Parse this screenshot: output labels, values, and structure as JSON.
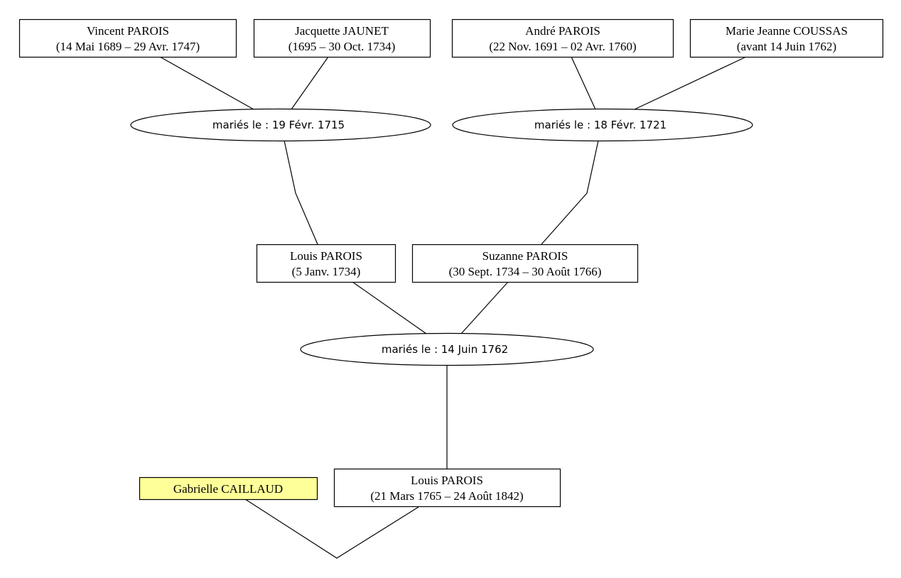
{
  "highlight_color": "#ffff99",
  "persons": {
    "vincent": {
      "name": "Vincent PAROIS",
      "dates": "(14 Mai 1689 – 29 Avr. 1747)"
    },
    "jacquette": {
      "name": "Jacquette JAUNET",
      "dates": "(1695 – 30 Oct. 1734)"
    },
    "andre": {
      "name": "André PAROIS",
      "dates": "(22 Nov. 1691 – 02 Avr. 1760)"
    },
    "marie_jeanne": {
      "name": "Marie Jeanne COUSSAS",
      "dates": "(avant 14 Juin 1762)"
    },
    "louis_1734": {
      "name": "Louis PAROIS",
      "dates": "(5 Janv. 1734)"
    },
    "suzanne": {
      "name": "Suzanne PAROIS",
      "dates": "(30 Sept. 1734 – 30 Août 1766)"
    },
    "louis_1765": {
      "name": "Louis PAROIS",
      "dates": "(21 Mars 1765 – 24 Août 1842)"
    },
    "gabrielle": {
      "name": "Gabrielle CAILLAUD"
    }
  },
  "marriages": {
    "m1715": {
      "label": "mariés le : 19 Févr. 1715"
    },
    "m1721": {
      "label": "mariés le : 18 Févr. 1721"
    },
    "m1762": {
      "label": "mariés le : 14 Juin 1762"
    }
  }
}
